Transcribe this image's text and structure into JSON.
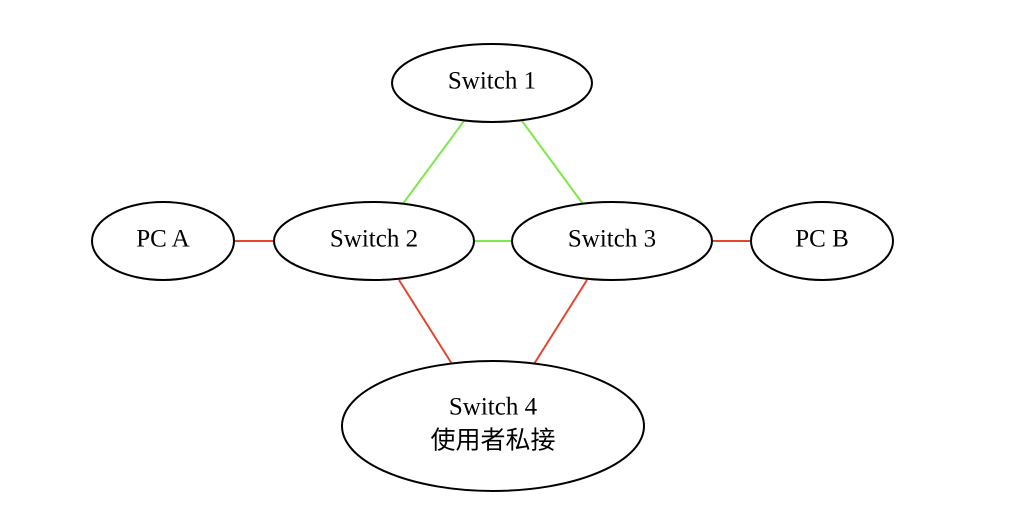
{
  "diagram": {
    "colors": {
      "green_link": "#7fe84a",
      "red_link": "#e4452f",
      "node_border": "#000000",
      "node_fill": "#ffffff",
      "text": "#000000"
    },
    "nodes": {
      "switch1": {
        "label": "Switch 1"
      },
      "pc_a": {
        "label": "PC A"
      },
      "switch2": {
        "label": "Switch 2"
      },
      "switch3": {
        "label": "Switch 3"
      },
      "pc_b": {
        "label": "PC B"
      },
      "switch4": {
        "label_line1": "Switch 4",
        "label_line2": "使用者私接"
      }
    },
    "edges": [
      {
        "from": "switch1",
        "to": "switch2",
        "color": "green"
      },
      {
        "from": "switch1",
        "to": "switch3",
        "color": "green"
      },
      {
        "from": "switch2",
        "to": "switch3",
        "color": "green"
      },
      {
        "from": "pc_a",
        "to": "switch2",
        "color": "red"
      },
      {
        "from": "switch3",
        "to": "pc_b",
        "color": "red"
      },
      {
        "from": "switch2",
        "to": "switch4",
        "color": "red"
      },
      {
        "from": "switch3",
        "to": "switch4",
        "color": "red"
      }
    ]
  }
}
